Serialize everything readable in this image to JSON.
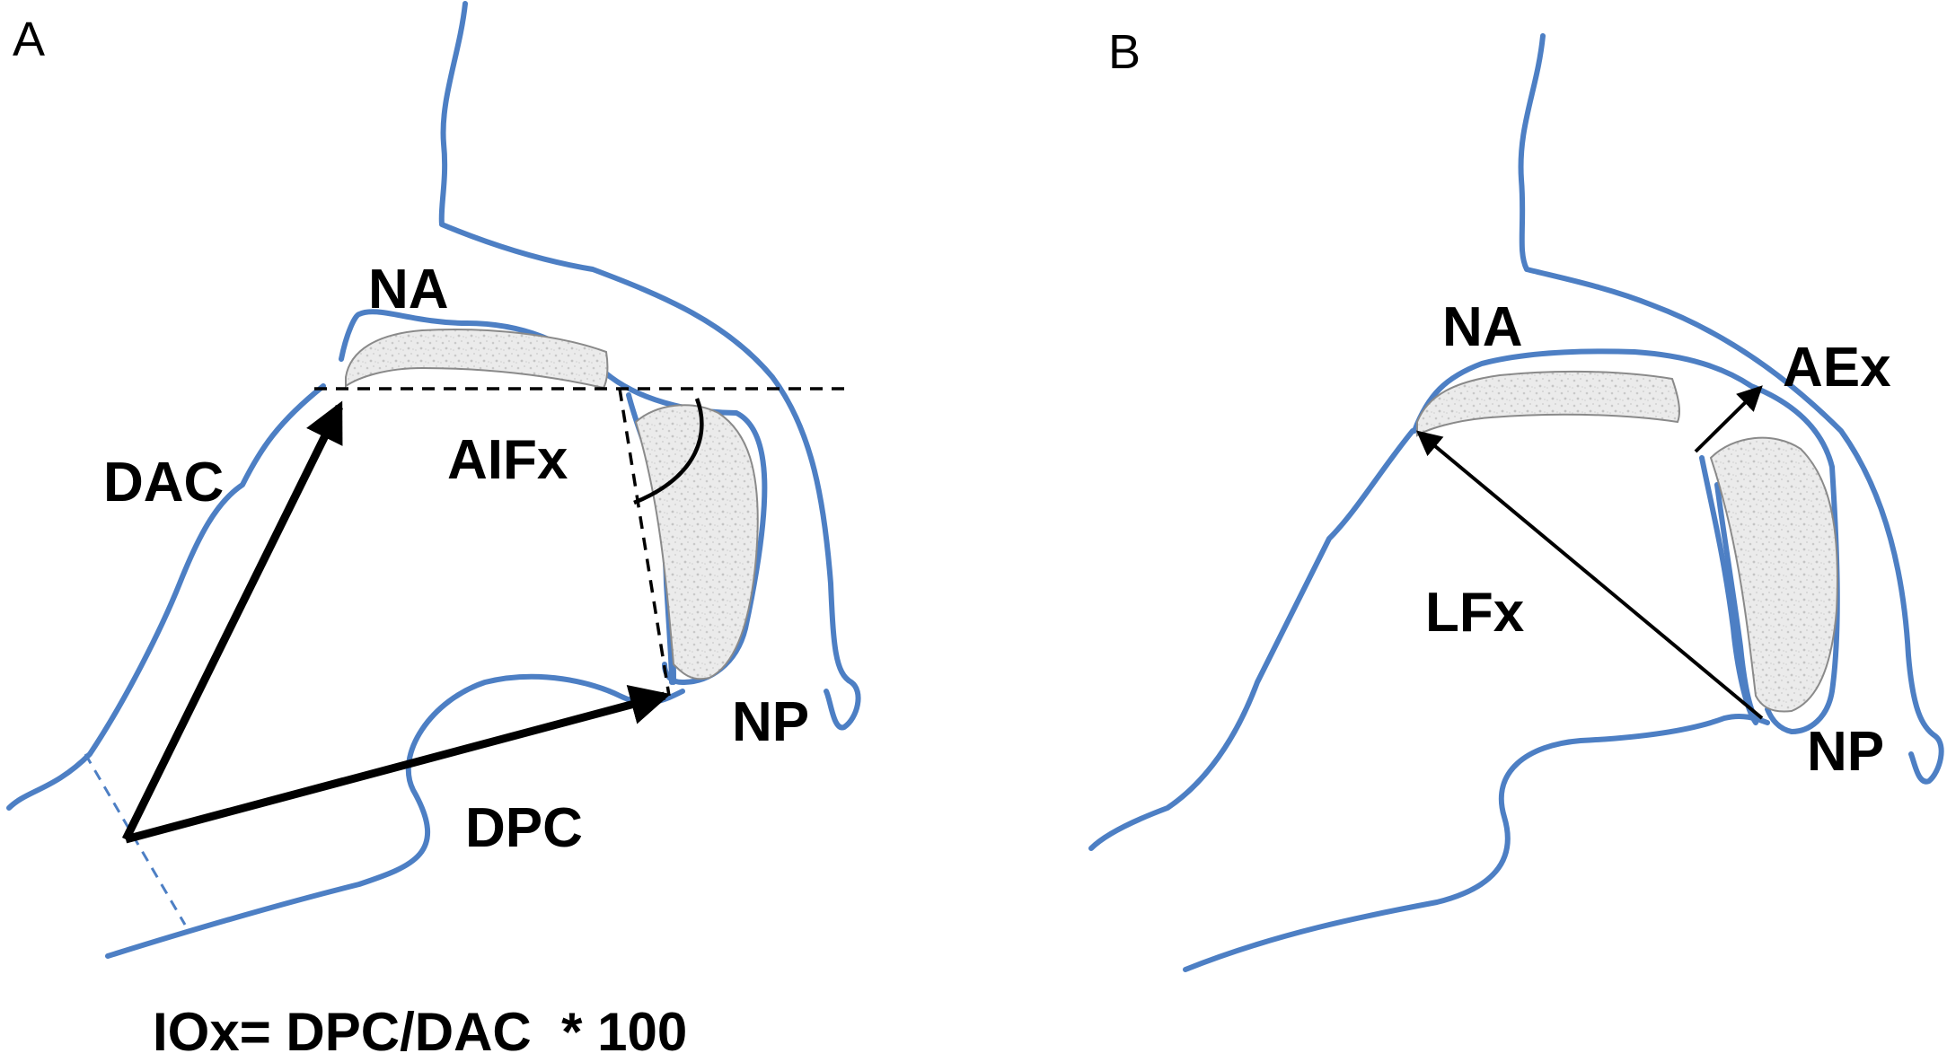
{
  "panels": {
    "a": {
      "letter": "A",
      "labels": {
        "na": "NA",
        "dac": "DAC",
        "aifx": "AIFx",
        "np": "NP",
        "dpc": "DPC"
      },
      "formula": "IOx= DPC/DAC  * 100"
    },
    "b": {
      "letter": "B",
      "labels": {
        "na": "NA",
        "aex": "AEx",
        "lfx": "LFx",
        "np": "NP"
      }
    }
  },
  "colors": {
    "outline": "#4d7fc4",
    "vectors": "#000000",
    "cartilage": "#e6e6e6"
  }
}
